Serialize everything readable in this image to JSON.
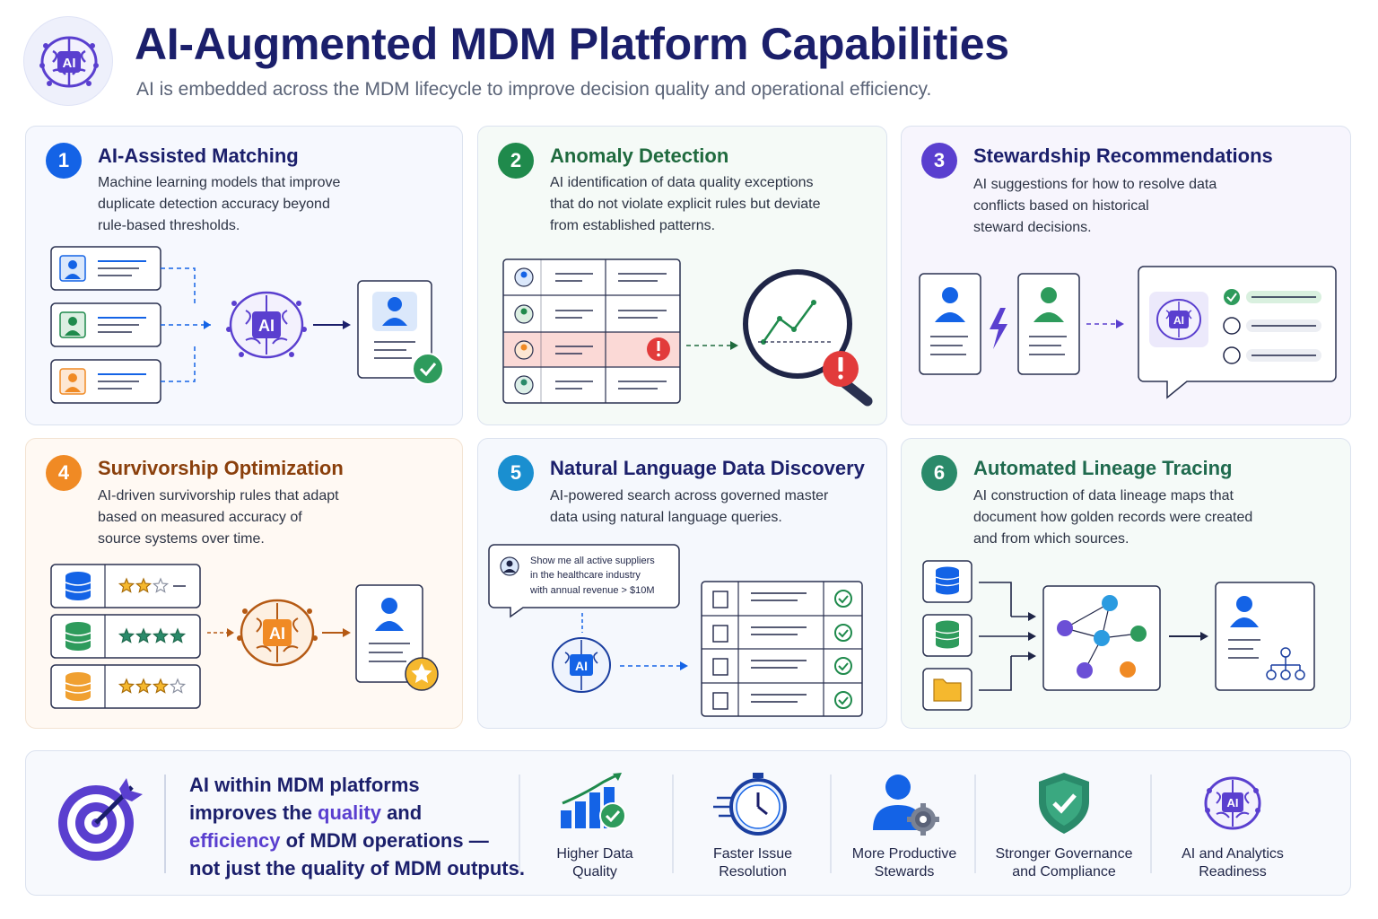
{
  "header": {
    "logo_text": "AI",
    "title": "AI-Augmented MDM Platform Capabilities",
    "subtitle": "AI is embedded across the MDM lifecycle to improve decision quality and operational efficiency."
  },
  "colors": {
    "navy": "#1b1f6b",
    "blue": "#1463e6",
    "green": "#1f8a4c",
    "purple": "#5a3fcf",
    "orange": "#f08a24",
    "teal": "#2a8a6a",
    "red": "#e23b3b"
  },
  "cards": [
    {
      "number": "1",
      "title": "AI-Assisted Matching",
      "description": [
        "Machine learning models that improve",
        "duplicate detection accuracy beyond",
        "rule-based thresholds."
      ],
      "badge_text": "AI"
    },
    {
      "number": "2",
      "title": "Anomaly Detection",
      "description": [
        "AI identification of data quality exceptions",
        "that do not violate explicit rules but deviate",
        "from established patterns."
      ]
    },
    {
      "number": "3",
      "title": "Stewardship Recommendations",
      "description": [
        "AI suggestions for how to resolve data",
        "conflicts based on historical",
        "steward decisions."
      ],
      "badge_text": "AI"
    },
    {
      "number": "4",
      "title": "Survivorship Optimization",
      "description": [
        "AI-driven survivorship rules that adapt",
        "based on measured accuracy of",
        "source systems over time."
      ],
      "badge_text": "AI",
      "source_ratings": [
        2,
        4,
        3
      ]
    },
    {
      "number": "5",
      "title": "Natural Language Data Discovery",
      "description": [
        "AI-powered search across governed master",
        "data using natural language queries."
      ],
      "query_lines": [
        "Show me all active suppliers",
        "in the healthcare industry",
        "with annual revenue > $10M"
      ],
      "badge_text": "AI"
    },
    {
      "number": "6",
      "title": "Automated Lineage Tracing",
      "description": [
        "AI construction of data lineage maps that",
        "document how golden records were created",
        "and from which sources."
      ]
    }
  ],
  "summary": {
    "line1": "AI within MDM platforms",
    "line2a": "improves the ",
    "line2b": "quality",
    "line2c": " and",
    "line3a": "efficiency",
    "line3b": " of MDM operations —",
    "line4": "not just the quality of MDM outputs."
  },
  "benefits": [
    {
      "icon": "chart-check-icon",
      "label": [
        "Higher Data",
        "Quality"
      ]
    },
    {
      "icon": "stopwatch-icon",
      "label": [
        "Faster Issue",
        "Resolution"
      ]
    },
    {
      "icon": "user-gear-icon",
      "label": [
        "More Productive",
        "Stewards"
      ]
    },
    {
      "icon": "shield-check-icon",
      "label": [
        "Stronger Governance",
        "and Compliance"
      ]
    },
    {
      "icon": "ai-brain-icon",
      "label": [
        "AI and Analytics",
        "Readiness"
      ],
      "badge_text": "AI"
    }
  ]
}
